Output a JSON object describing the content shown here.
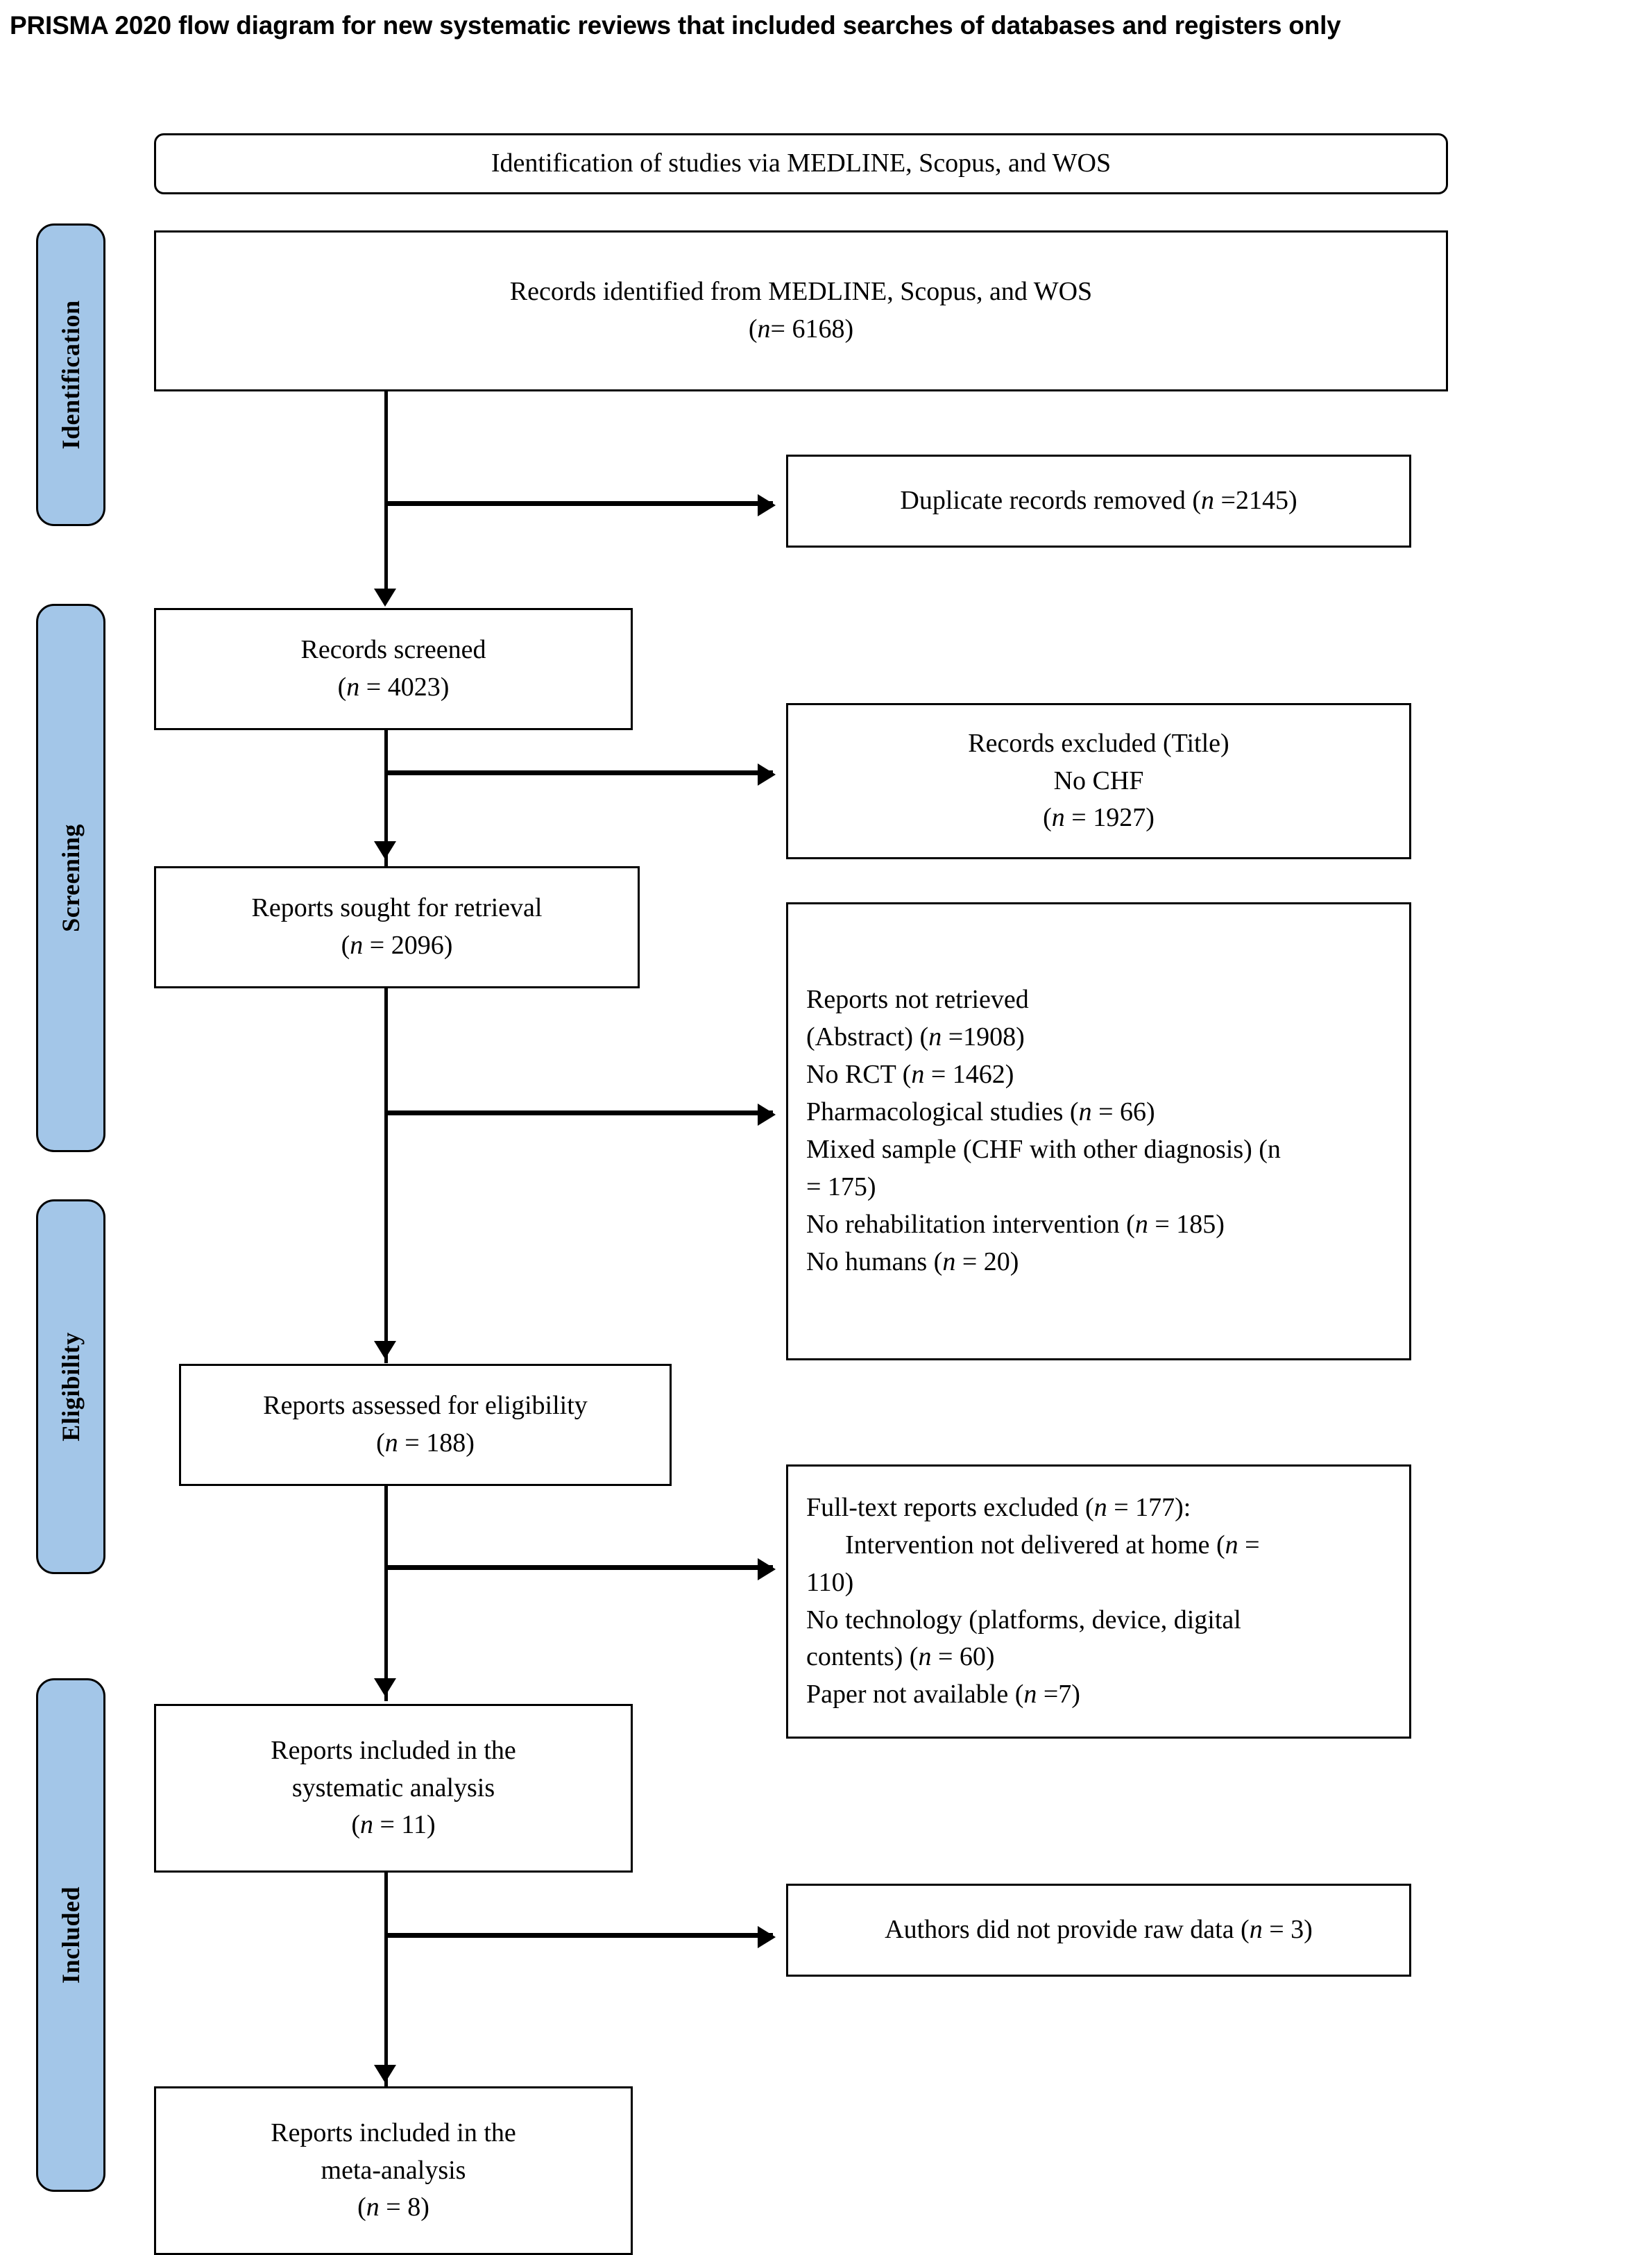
{
  "page": {
    "title": "PRISMA 2020 flow diagram for new systematic reviews that included searches of databases and registers only"
  },
  "colors": {
    "phase_pill_fill": "#a3c6e8",
    "stroke": "#000000",
    "box_fill": "#ffffff"
  },
  "phases": [
    {
      "id": "identification",
      "label": "Identification"
    },
    {
      "id": "screening",
      "label": "Screening"
    },
    {
      "id": "eligibility",
      "label": "Eligibility"
    },
    {
      "id": "included",
      "label": "Included"
    }
  ],
  "header_box": {
    "label": "Identification of studies via MEDLINE, Scopus, and WOS"
  },
  "boxes": {
    "records_identified": {
      "line1": "Records identified from MEDLINE, Scopus, and WOS",
      "line2": "(n= 6168)"
    },
    "duplicates_removed": {
      "line1": "Duplicate records removed (n =2145)"
    },
    "records_screened": {
      "line1": "Records screened",
      "line2": "(n = 4023)"
    },
    "records_excluded": {
      "line1": "Records excluded (Title)",
      "line2": "No CHF",
      "line3": "(n = 1927)"
    },
    "reports_sought": {
      "line1": "Reports sought for retrieval",
      "line2": "(n = 2096)"
    },
    "reports_not_retrieved": {
      "line1": "Reports not retrieved",
      "line2": "(Abstract) (n =1908)",
      "line3": "No RCT (n = 1462)",
      "line4": "Pharmacological studies (n = 66)",
      "line5": "Mixed sample (CHF with other diagnosis) (n",
      "line6": "= 175)",
      "line7": "No rehabilitation intervention (n = 185)",
      "line8": "No humans (n = 20)"
    },
    "reports_assessed": {
      "line1": "Reports assessed for eligibility",
      "line2": "(n = 188)"
    },
    "fulltext_excluded": {
      "line1": "Full-text reports excluded (n = 177):",
      "line2": "Intervention not delivered at home (n =",
      "line3": "110)",
      "line4": "No technology (platforms, device, digital",
      "line5": "contents) (n = 60)",
      "line6": "Paper not available (n =7)"
    },
    "included_systematic": {
      "line1": "Reports included in the",
      "line2": "systematic analysis",
      "line3": "(n = 11)"
    },
    "no_raw_data": {
      "line1": "Authors did not provide raw data (n = 3)"
    },
    "included_meta": {
      "line1": "Reports included in the",
      "line2": "meta-analysis",
      "line3": "(n = 8)"
    }
  },
  "chart_data": {
    "type": "diagram",
    "title": "PRISMA 2020 flow diagram for new systematic reviews that included searches of databases and registers only",
    "source_header": "Identification of studies via MEDLINE, Scopus, and WOS",
    "phases": [
      "Identification",
      "Screening",
      "Eligibility",
      "Included"
    ],
    "nodes": [
      {
        "id": "records_identified",
        "phase": "Identification",
        "label": "Records identified from MEDLINE, Scopus, and WOS",
        "n": 6168
      },
      {
        "id": "duplicates_removed",
        "phase": "Identification",
        "label": "Duplicate records removed",
        "n": 2145,
        "kind": "exclusion"
      },
      {
        "id": "records_screened",
        "phase": "Screening",
        "label": "Records screened",
        "n": 4023
      },
      {
        "id": "records_excluded",
        "phase": "Screening",
        "label": "Records excluded (Title) No CHF",
        "n": 1927,
        "kind": "exclusion"
      },
      {
        "id": "reports_sought",
        "phase": "Screening",
        "label": "Reports sought for retrieval",
        "n": 2096
      },
      {
        "id": "reports_not_retrieved",
        "phase": "Screening",
        "label": "Reports not retrieved (Abstract)",
        "n": 1908,
        "kind": "exclusion",
        "reasons": [
          {
            "label": "No RCT",
            "n": 1462
          },
          {
            "label": "Pharmacological studies",
            "n": 66
          },
          {
            "label": "Mixed sample (CHF with other diagnosis)",
            "n": 175
          },
          {
            "label": "No rehabilitation intervention",
            "n": 185
          },
          {
            "label": "No humans",
            "n": 20
          }
        ]
      },
      {
        "id": "reports_assessed",
        "phase": "Eligibility",
        "label": "Reports assessed for eligibility",
        "n": 188
      },
      {
        "id": "fulltext_excluded",
        "phase": "Eligibility",
        "label": "Full-text reports excluded",
        "n": 177,
        "kind": "exclusion",
        "reasons": [
          {
            "label": "Intervention not delivered at home",
            "n": 110
          },
          {
            "label": "No technology (platforms, device, digital contents)",
            "n": 60
          },
          {
            "label": "Paper not available",
            "n": 7
          }
        ]
      },
      {
        "id": "included_systematic",
        "phase": "Included",
        "label": "Reports included in the systematic analysis",
        "n": 11
      },
      {
        "id": "no_raw_data",
        "phase": "Included",
        "label": "Authors did not provide raw data",
        "n": 3,
        "kind": "exclusion"
      },
      {
        "id": "included_meta",
        "phase": "Included",
        "label": "Reports included in the meta-analysis",
        "n": 8
      }
    ],
    "edges": [
      {
        "from": "records_identified",
        "to": "duplicates_removed",
        "direction": "right"
      },
      {
        "from": "records_identified",
        "to": "records_screened",
        "direction": "down"
      },
      {
        "from": "records_screened",
        "to": "records_excluded",
        "direction": "right"
      },
      {
        "from": "records_screened",
        "to": "reports_sought",
        "direction": "down"
      },
      {
        "from": "reports_sought",
        "to": "reports_not_retrieved",
        "direction": "right"
      },
      {
        "from": "reports_sought",
        "to": "reports_assessed",
        "direction": "down"
      },
      {
        "from": "reports_assessed",
        "to": "fulltext_excluded",
        "direction": "right"
      },
      {
        "from": "reports_assessed",
        "to": "included_systematic",
        "direction": "down"
      },
      {
        "from": "included_systematic",
        "to": "no_raw_data",
        "direction": "right"
      },
      {
        "from": "included_systematic",
        "to": "included_meta",
        "direction": "down"
      }
    ]
  }
}
